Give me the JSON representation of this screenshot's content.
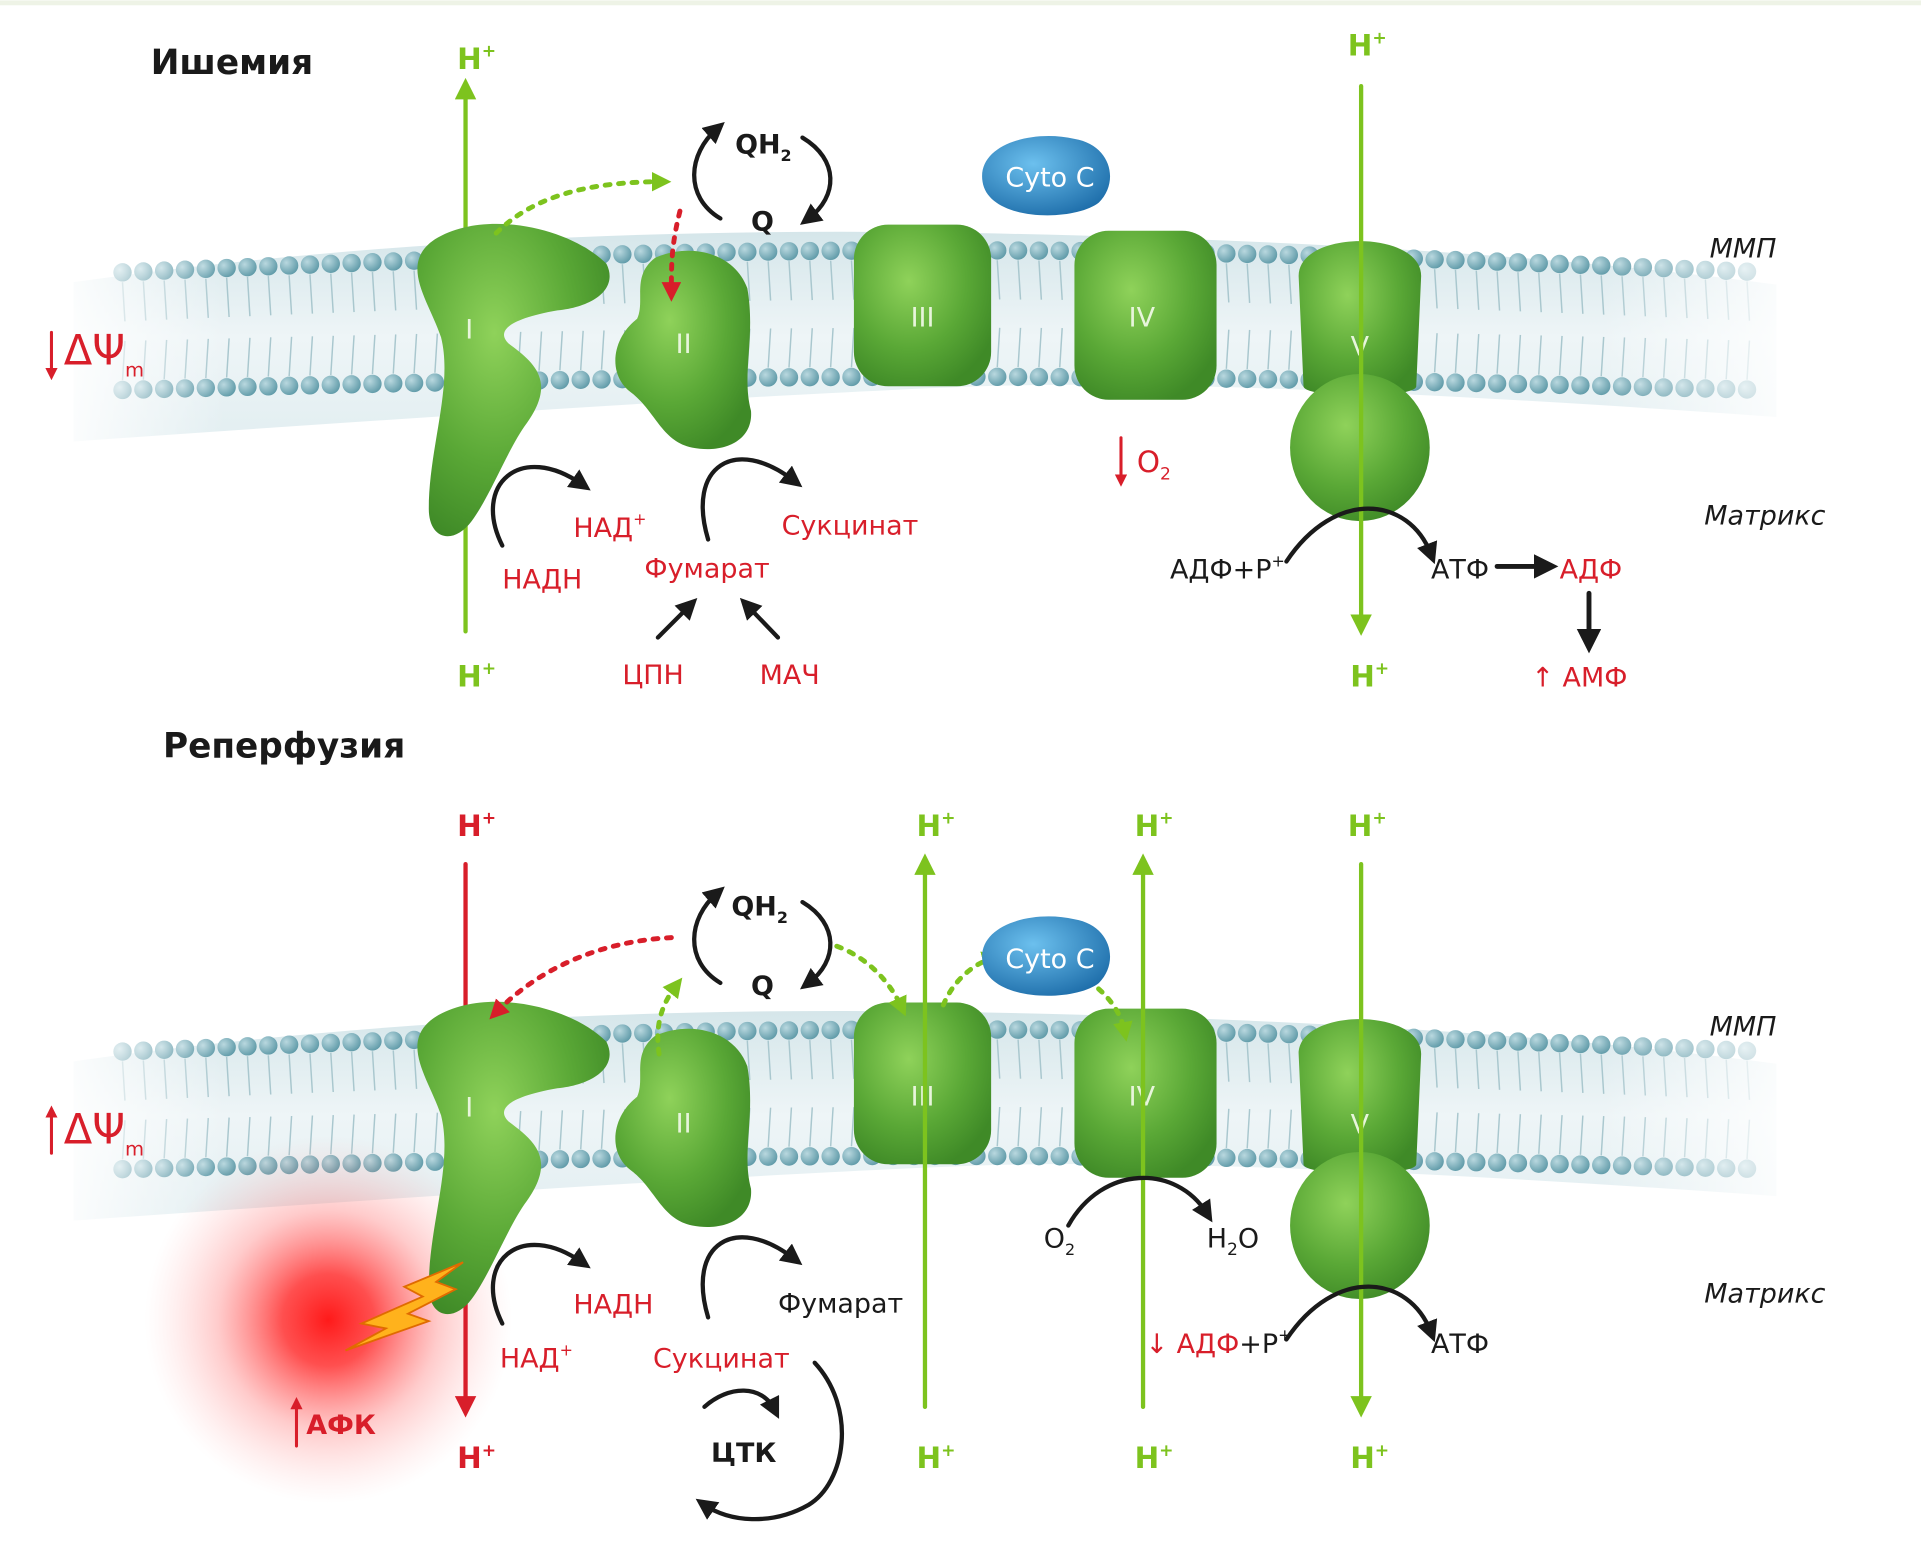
{
  "colors": {
    "green": "#7dc31e",
    "red": "#d81e2a",
    "black": "#1a1a1a",
    "complex": "#5fae38",
    "cyto": "#3a8ec9",
    "bead": "#7fb1bd"
  },
  "ischemia": {
    "title": "Ишемия",
    "proton": "H",
    "proton_sup": "+",
    "delta_psi": "ΔΨ",
    "delta_sub": "m",
    "delta_dir": "down",
    "complex_I": "I",
    "complex_II": "II",
    "complex_III": "III",
    "complex_IV": "IV",
    "complex_V": "V",
    "qh2": "QH",
    "qh2_sub": "2",
    "q": "Q",
    "cyto_c": "Cyto C",
    "mmp": "ММП",
    "matrix": "Матрикс",
    "nad_plus": "НАД",
    "nad_sup": "+",
    "nadh": "НАДН",
    "succinate": "Сукцинат",
    "fumarate": "Фумарат",
    "cpn": "ЦПН",
    "mach": "МАЧ",
    "o2": "O",
    "o2_sub": "2",
    "adp_p": "АДФ+Р",
    "adp_p_sup": "+",
    "atp": "АТФ",
    "adp": "АДФ",
    "amp": "↑ АМФ"
  },
  "reperfusion": {
    "title": "Реперфузия",
    "proton": "H",
    "proton_sup": "+",
    "delta_psi": "ΔΨ",
    "delta_sub": "m",
    "delta_dir": "up",
    "complex_I": "I",
    "complex_II": "II",
    "complex_III": "III",
    "complex_IV": "IV",
    "complex_V": "V",
    "qh2": "QH",
    "qh2_sub": "2",
    "q": "Q",
    "cyto_c": "Cyto C",
    "mmp": "ММП",
    "matrix": "Матрикс",
    "nadh": "НАДН",
    "nad_plus": "НАД",
    "nad_sup": "+",
    "fumarate": "Фумарат",
    "succinate": "Сукцинат",
    "tca": "ЦТК",
    "o2": "O",
    "o2_sub": "2",
    "h2o_h": "H",
    "h2o_sub": "2",
    "h2o_o": "O",
    "adp_p_red": "↓ АДФ",
    "adp_p_black": "+Р",
    "adp_p_sup": "+",
    "atp": "АТФ",
    "afk": "АФК"
  }
}
